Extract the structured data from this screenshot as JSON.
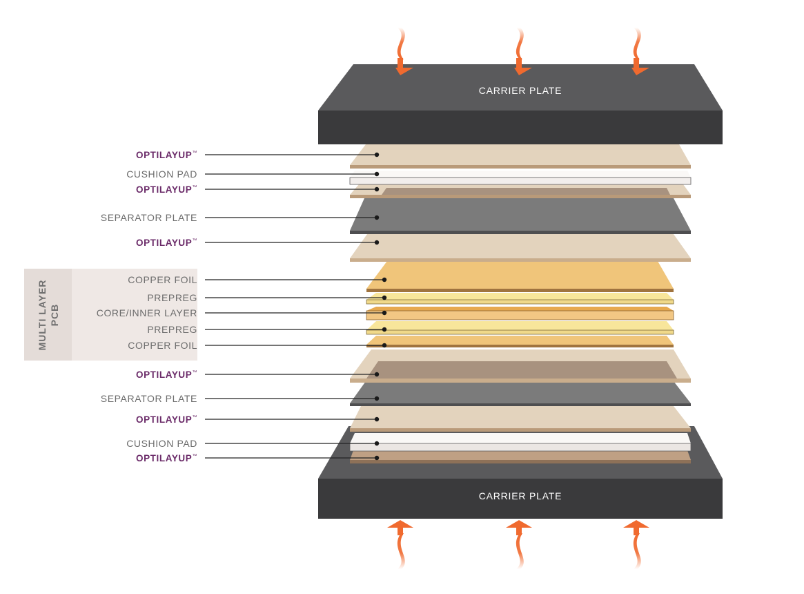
{
  "carrier_top": {
    "label": "CARRIER PLATE"
  },
  "carrier_bottom": {
    "label": "CARRIER PLATE"
  },
  "pcb_group": {
    "line1": "MULTI LAYER",
    "line2": "PCB"
  },
  "layers": [
    {
      "label": "OPTILAYUP",
      "mark": "™",
      "style": "brand"
    },
    {
      "label": "CUSHION PAD",
      "style": "plain"
    },
    {
      "label": "OPTILAYUP",
      "mark": "™",
      "style": "brand"
    },
    {
      "label": "SEPARATOR PLATE",
      "style": "plain"
    },
    {
      "label": "OPTILAYUP",
      "mark": "™",
      "style": "brand"
    },
    {
      "label": "COPPER FOIL",
      "style": "plain"
    },
    {
      "label": "PREPREG",
      "style": "plain"
    },
    {
      "label": "CORE/INNER LAYER",
      "style": "plain"
    },
    {
      "label": "PREPREG",
      "style": "plain"
    },
    {
      "label": "COPPER FOIL",
      "style": "plain"
    },
    {
      "label": "OPTILAYUP",
      "mark": "™",
      "style": "brand"
    },
    {
      "label": "SEPARATOR PLATE",
      "style": "plain"
    },
    {
      "label": "OPTILAYUP",
      "mark": "™",
      "style": "brand"
    },
    {
      "label": "CUSHION PAD",
      "style": "plain"
    },
    {
      "label": "OPTILAYUP",
      "mark": "™",
      "style": "brand"
    }
  ],
  "colors": {
    "carrier": "#3a3a3c",
    "carrier_top": "#5a5a5c",
    "optilayup": "#e3d3bd",
    "cushion": "#f2eeec",
    "separator": "#7b7b7b",
    "copper": "#f0c57a",
    "prepreg": "#f8e69b",
    "brand_text": "#6a2a68",
    "arrow": "#f06a2f"
  }
}
